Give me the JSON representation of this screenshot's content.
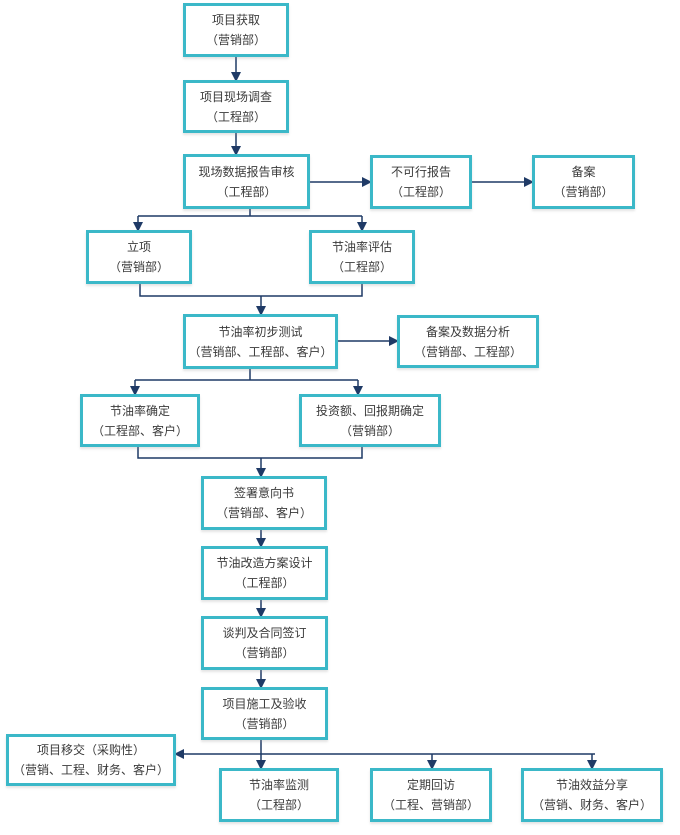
{
  "colors": {
    "box_border": "#3bb8c8",
    "connector": "#1f3a66",
    "text": "#3a3a3a"
  },
  "nodes": {
    "n1": {
      "title": "项目获取",
      "dept": "（营销部）"
    },
    "n2": {
      "title": "项目现场调查",
      "dept": "（工程部）"
    },
    "n3": {
      "title": "现场数据报告审核",
      "dept": "（工程部）"
    },
    "n4": {
      "title": "不可行报告",
      "dept": "（工程部）"
    },
    "n5": {
      "title": "备案",
      "dept": "（营销部）"
    },
    "n6": {
      "title": "立项",
      "dept": "（营销部）"
    },
    "n7": {
      "title": "节油率评估",
      "dept": "（工程部）"
    },
    "n8": {
      "title": "节油率初步测试",
      "dept": "（营销部、工程部、客户）"
    },
    "n9": {
      "title": "备案及数据分析",
      "dept": "（营销部、工程部）"
    },
    "n10": {
      "title": "节油率确定",
      "dept": "（工程部、客户）"
    },
    "n11": {
      "title": "投资额、回报期确定",
      "dept": "（营销部）"
    },
    "n12": {
      "title": "签署意向书",
      "dept": "（营销部、客户）"
    },
    "n13": {
      "title": "节油改造方案设计",
      "dept": "（工程部）"
    },
    "n14": {
      "title": "谈判及合同签订",
      "dept": "（营销部）"
    },
    "n15": {
      "title": "项目施工及验收",
      "dept": "（营销部）"
    },
    "n16": {
      "title": "项目移交（采购性）",
      "dept": "（营销、工程、财务、客户）"
    },
    "n17": {
      "title": "节油率监测",
      "dept": "（工程部）"
    },
    "n18": {
      "title": "定期回访",
      "dept": "（工程、营销部）"
    },
    "n19": {
      "title": "节油效益分享",
      "dept": "（营销、财务、客户）"
    }
  }
}
